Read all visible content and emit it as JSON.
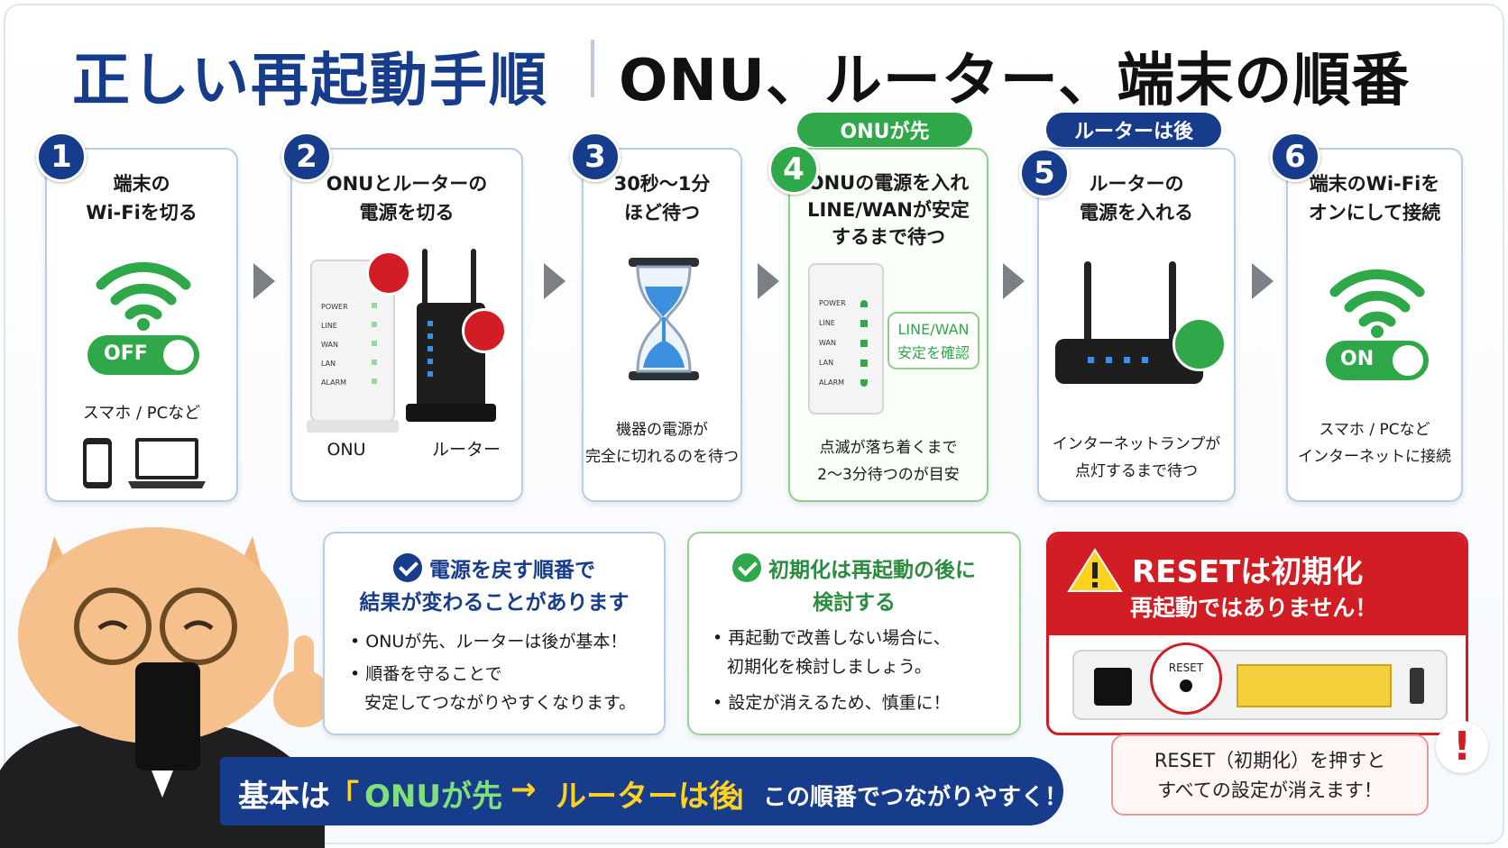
{
  "title": {
    "main": "正しい再起動手順",
    "sub": "ONU、ルーター、端末の順番"
  },
  "steps": [
    {
      "num": "1",
      "title": [
        "端末の",
        "Wi-Fiを切る"
      ],
      "toggle": "OFF",
      "caption": "スマホ / PCなど"
    },
    {
      "num": "2",
      "title": [
        "ONUとルーターの",
        "電源を切る"
      ],
      "labels": [
        "ONU",
        "ルーター"
      ],
      "onu_leds": [
        "POWER",
        "LINE",
        "WAN",
        "LAN",
        "ALARM"
      ]
    },
    {
      "num": "3",
      "title": [
        "30秒〜1分",
        "ほど待つ"
      ],
      "caption": [
        "機器の電源が",
        "完全に切れるのを待つ"
      ]
    },
    {
      "num": "4",
      "tag": "ONUが先",
      "title": [
        "ONUの電源を入れ",
        "LINE/WANが安定",
        "するまで待つ"
      ],
      "onu_leds": [
        "POWER",
        "LINE",
        "WAN",
        "LAN",
        "ALARM"
      ],
      "callout": [
        "LINE/WAN",
        "安定を確認"
      ],
      "caption": [
        "点滅が落ち着くまで",
        "2〜3分待つのが目安"
      ]
    },
    {
      "num": "5",
      "tag": "ルーターは後",
      "title": [
        "ルーターの",
        "電源を入れる"
      ],
      "caption": [
        "インターネットランプが",
        "点灯するまで待つ"
      ]
    },
    {
      "num": "6",
      "title": [
        "端末のWi-Fiを",
        "オンにして接続"
      ],
      "toggle": "ON",
      "caption": [
        "スマホ / PCなど",
        "インターネットに接続"
      ]
    }
  ],
  "info_order": {
    "heading": [
      "電源を戻す順番で",
      "結果が変わることがあります"
    ],
    "bullets": [
      "• ONUが先、ルーターは後が基本！",
      "• 順番を守ることで",
      "安定してつながりやすくなります。"
    ]
  },
  "info_reset": {
    "heading": [
      "初期化は再起動の後に",
      "検討する"
    ],
    "bullets": [
      "• 再起動で改善しない場合に、",
      "初期化を検討しましょう。",
      "• 設定が消えるため、慎重に！"
    ]
  },
  "warning": {
    "title": "RESETは初期化",
    "subtitle": "再起動ではありません！",
    "button_label": "RESET",
    "note": [
      "RESET（初期化）を押すと",
      "すべての設定が消えます！"
    ]
  },
  "banner": {
    "prefix": "基本は",
    "open_quote": "「",
    "onu_first": "ONUが先",
    "arrow": "→",
    "router_after": "ルーターは後",
    "close_quote": "」",
    "suffix": "この順番でつながりやすく！"
  },
  "colors": {
    "navy": "#173c8c",
    "green": "#2fa84a",
    "red": "#d11d23",
    "card_border": "#b7cde7"
  },
  "icons": [
    "wifi-icon",
    "power-icon",
    "hourglass-icon",
    "check-icon",
    "warning-icon",
    "smartphone-icon",
    "laptop-icon",
    "onu-device-icon",
    "router-device-icon",
    "cat-mascot-icon"
  ]
}
